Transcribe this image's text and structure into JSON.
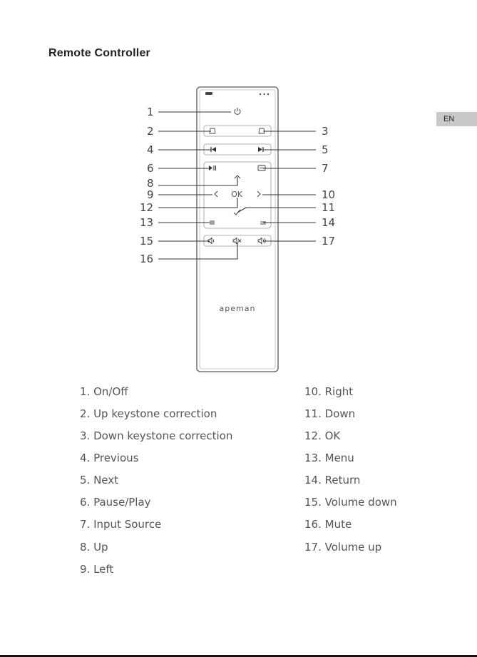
{
  "title": "Remote Controller",
  "language_tab": "EN",
  "remote": {
    "brand": "apeman",
    "ok_label": "OK"
  },
  "callouts": [
    "1",
    "2",
    "3",
    "4",
    "5",
    "6",
    "7",
    "8",
    "9",
    "10",
    "11",
    "12",
    "13",
    "14",
    "15",
    "16",
    "17"
  ],
  "legend": {
    "left": [
      "1. On/Off",
      "2. Up keystone correction",
      "3. Down keystone correction",
      "4. Previous",
      "5. Next",
      "6. Pause/Play",
      "7. Input Source",
      "8. Up",
      "9. Left"
    ],
    "right": [
      "10. Right",
      "11. Down",
      "12. OK",
      "13. Menu",
      "14. Return",
      "15. Volume down",
      "16. Mute",
      "17. Volume up"
    ]
  }
}
